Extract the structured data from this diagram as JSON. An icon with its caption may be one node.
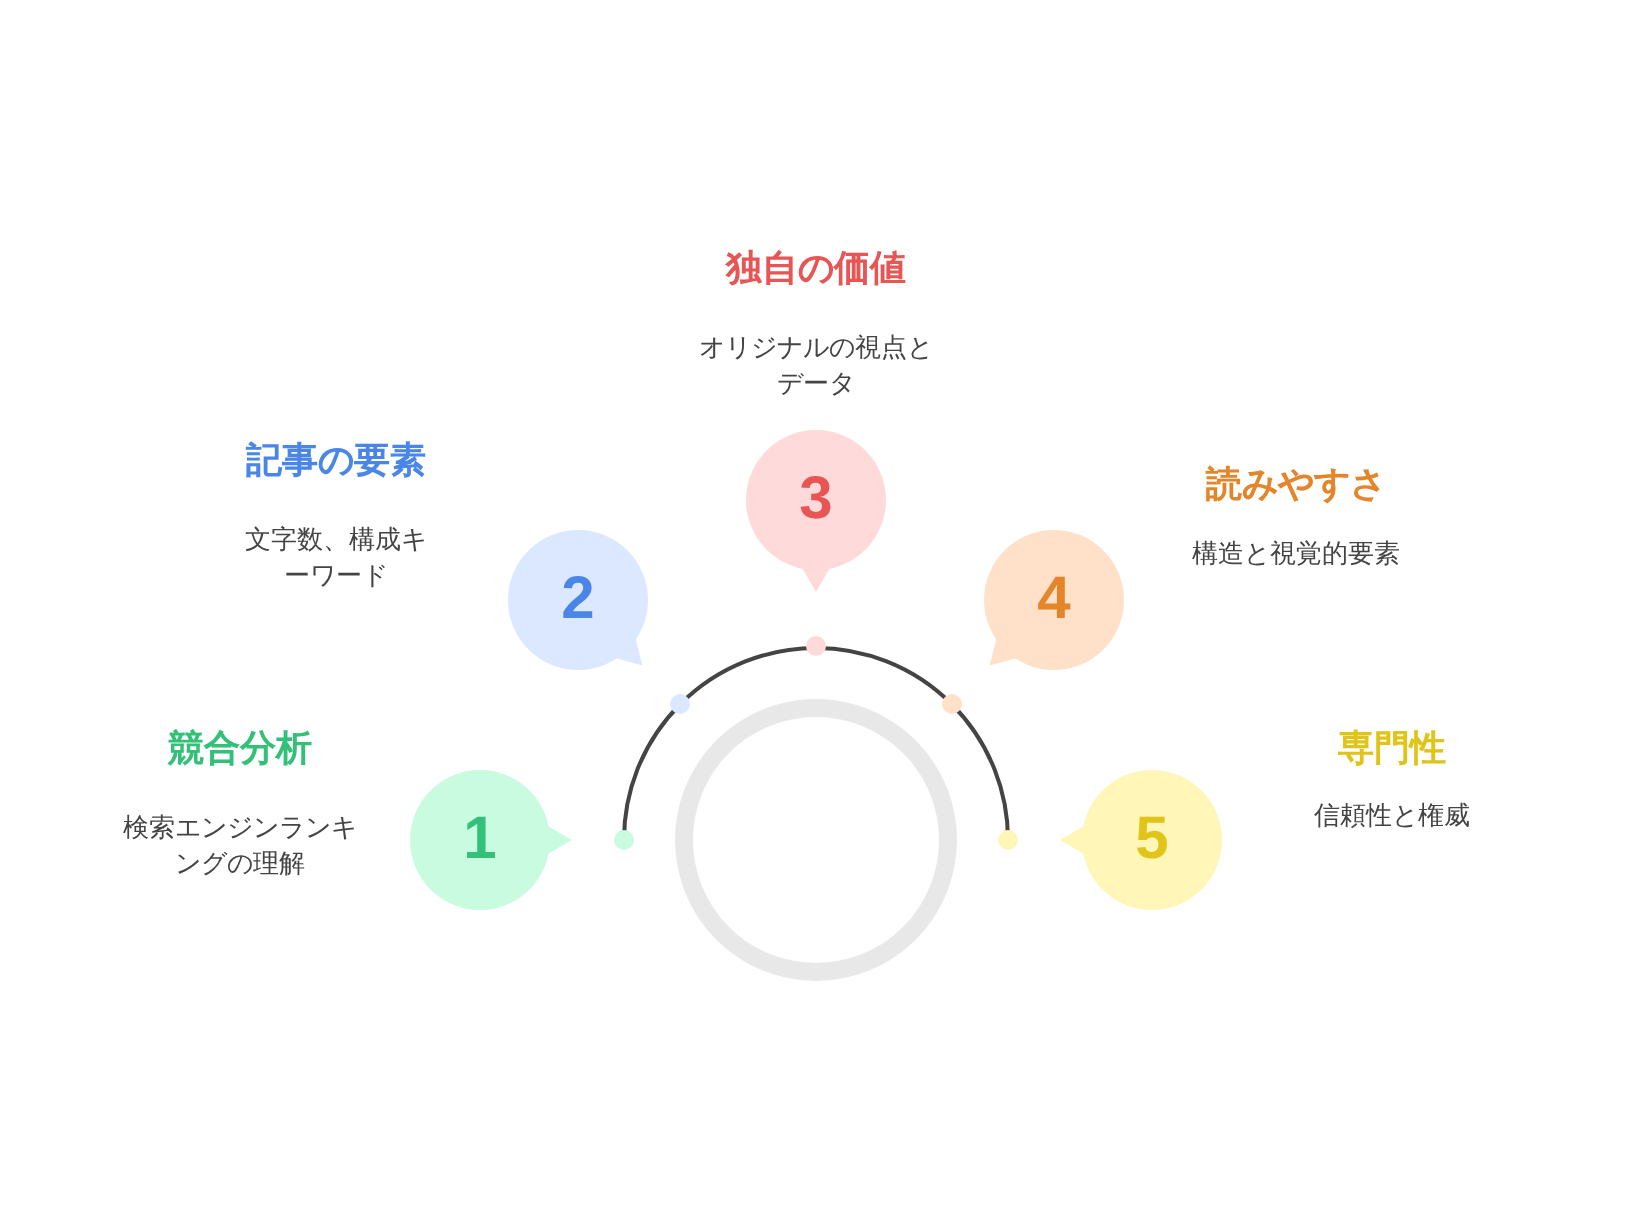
{
  "diagram": {
    "nodes": [
      {
        "text": [
          "1"
        ],
        "beside": [
          "競合分析",
          "検索エンジンランキングの理解"
        ]
      },
      {
        "text": [
          "2"
        ],
        "beside": [
          "記事の要素",
          "文字数、構成キーワード"
        ]
      },
      {
        "text": [
          "3"
        ],
        "beside": [
          "独自の価値",
          "オリジナルの視点とデータ"
        ]
      },
      {
        "text": [
          "4"
        ],
        "beside": [
          "読みやすさ",
          "構造と視覚的要素"
        ]
      },
      {
        "text": [
          "5"
        ],
        "beside": [
          "専門性",
          "信頼性と権威"
        ]
      }
    ]
  }
}
